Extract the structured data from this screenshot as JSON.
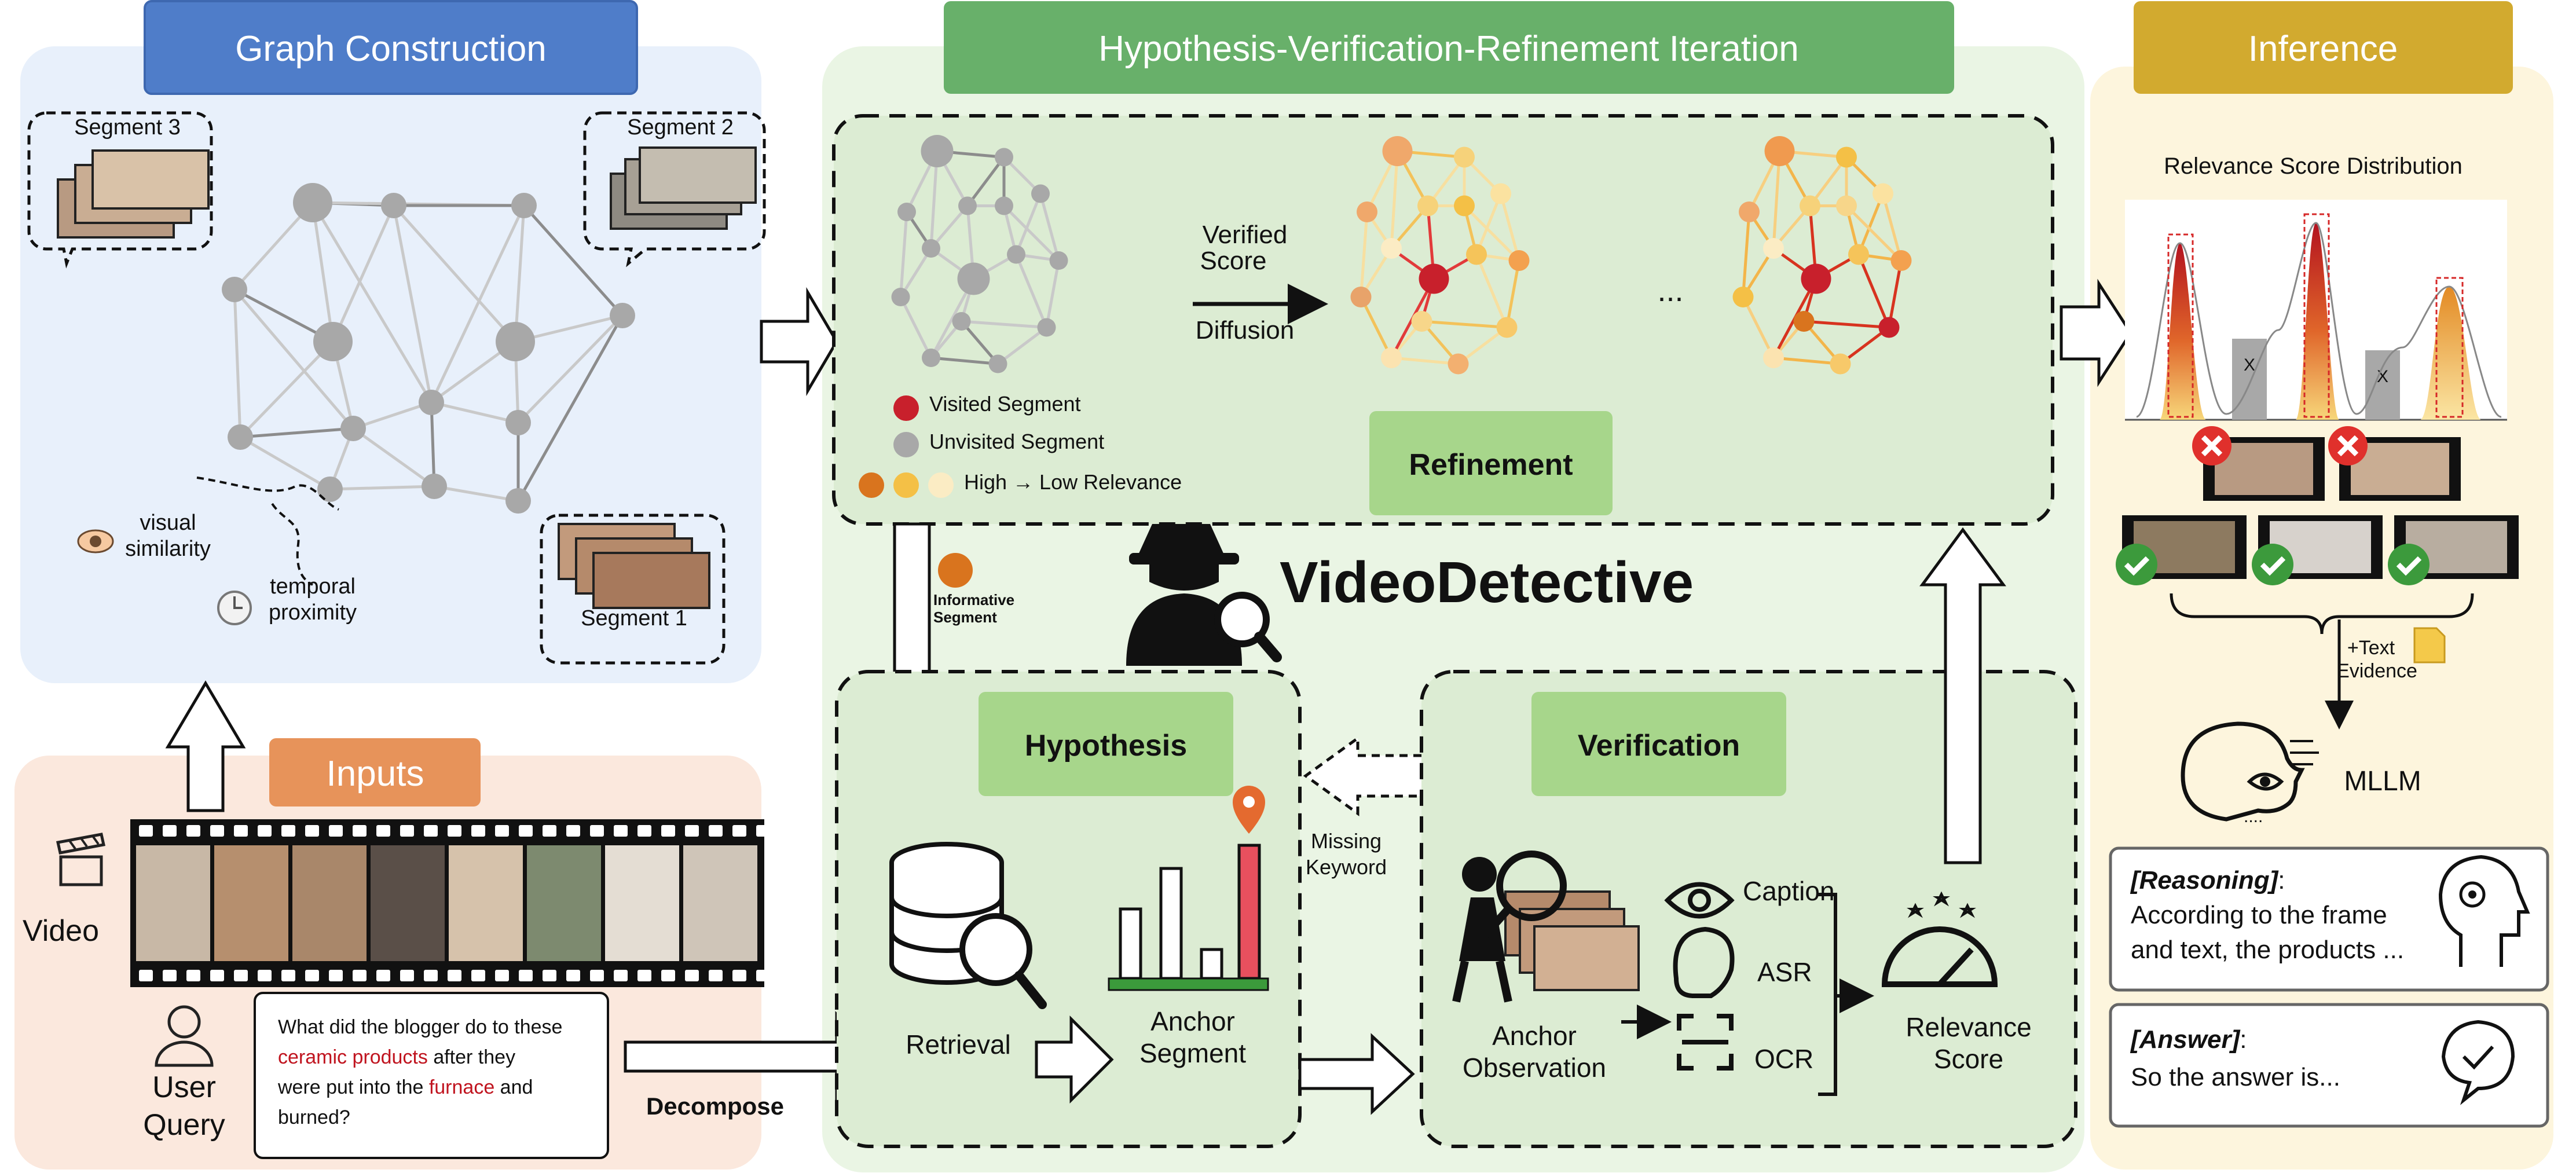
{
  "sections": {
    "graph_construction": "Graph Construction",
    "inputs": "Inputs",
    "hvr": "Hypothesis-Verification-Refinement Iteration",
    "inference": "Inference"
  },
  "graph": {
    "segment1": "Segment 1",
    "segment2": "Segment 2",
    "segment3": "Segment 3",
    "visual_similarity": [
      "visual",
      "similarity"
    ],
    "temporal_proximity": [
      "temporal",
      "proximity"
    ]
  },
  "inputs": {
    "video_label": "Video",
    "user_query_label": [
      "User",
      "Query"
    ],
    "query_lines": [
      [
        {
          "t": "What did the blogger do to these",
          "red": false
        }
      ],
      [
        {
          "t": "ceramic products",
          "red": true
        },
        {
          "t": " after they",
          "red": false
        }
      ],
      [
        {
          "t": "were put into the ",
          "red": false
        },
        {
          "t": "furnace",
          "red": true
        },
        {
          "t": " and",
          "red": false
        }
      ],
      [
        {
          "t": "burned?",
          "red": false
        }
      ]
    ],
    "decompose": "Decompose"
  },
  "refinement": {
    "verified_score": [
      "Verified",
      "Score"
    ],
    "diffusion": "Diffusion",
    "ellipsis": "...",
    "legend_visited": "Visited Segment",
    "legend_unvisited": "Unvisited Segment",
    "legend_relevance": "High → Low Relevance",
    "box_label": "Refinement"
  },
  "center": {
    "informative": [
      "Informative",
      "Segment"
    ],
    "title": "VideoDetective"
  },
  "hypothesis": {
    "box_label": "Hypothesis",
    "retrieval": "Retrieval",
    "anchor_segment": [
      "Anchor",
      "Segment"
    ],
    "missing_keyword": [
      "Missing",
      "Keyword"
    ]
  },
  "verification": {
    "box_label": "Verification",
    "anchor_observation": [
      "Anchor",
      "Observation"
    ],
    "caption": "Caption",
    "asr": "ASR",
    "ocr": "OCR",
    "relevance_score": [
      "Relevance",
      "Score"
    ]
  },
  "inference": {
    "dist_title": "Relevance Score Distribution",
    "text_evidence": [
      "+Text",
      "Evidence"
    ],
    "mllm": "MLLM",
    "reasoning_title": "[Reasoning]",
    "reasoning_colon": ":",
    "reasoning_lines": [
      "According to the frame",
      "and text, the products ..."
    ],
    "answer_title": "[Answer]",
    "answer_colon": ":",
    "answer_text": "So the  answer is..."
  },
  "colors": {
    "blue_header": "#4f7dc9",
    "green_header": "#68b06a",
    "orange_header": "#e7935a",
    "gold_header": "#d2aa2f",
    "visited": "#c8202c",
    "unvisited": "#a8a8a8",
    "relevance": [
      "#d9741e",
      "#f4c046",
      "#fbecc4"
    ]
  }
}
